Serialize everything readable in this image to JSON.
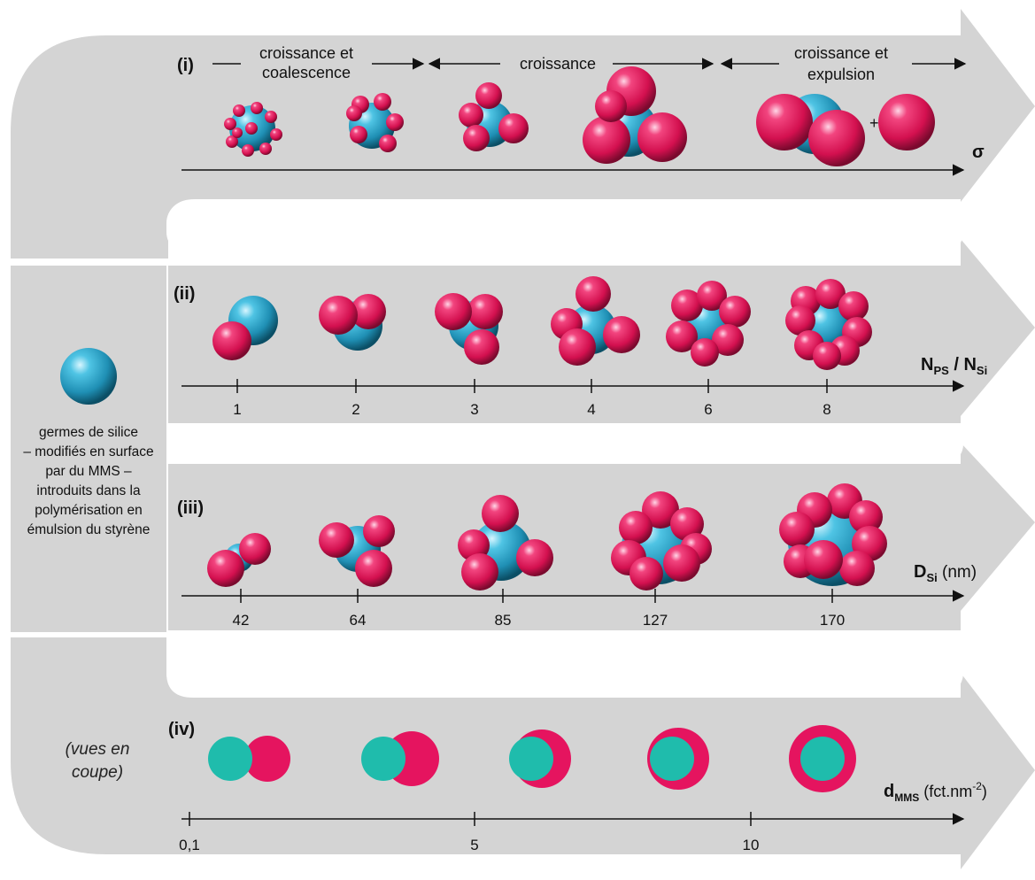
{
  "colors": {
    "arrow_bg": "#d4d4d4",
    "pink": "#e5145f",
    "blue": "#2aa6c9",
    "teal": "#1fbcac"
  },
  "row_i": {
    "label": "(i)",
    "phase1_line1": "croissance et",
    "phase1_line2": "coalescence",
    "phase2": "croissance",
    "phase3_line1": "croissance et",
    "phase3_line2": "expulsion",
    "plus": "+",
    "axis": "σ"
  },
  "row_ii": {
    "label": "(ii)",
    "axis_main": "N",
    "axis_sub1": "PS",
    "axis_sep": " / N",
    "axis_sub2": "Si",
    "ticks": [
      "1",
      "2",
      "3",
      "4",
      "6",
      "8"
    ]
  },
  "row_iii": {
    "label": "(iii)",
    "axis_main": "D",
    "axis_sub": "Si",
    "axis_unit": " (nm)",
    "ticks": [
      "42",
      "64",
      "85",
      "127",
      "170"
    ]
  },
  "row_iv": {
    "label": "(iv)",
    "note_line1": "(vues en",
    "note_line2": "coupe)",
    "axis_main": "d",
    "axis_sub": "MMS",
    "axis_unit": " (fct.nm",
    "axis_exp": "-2",
    "axis_close": ")",
    "ticks": [
      "0,1",
      "5",
      "10"
    ]
  },
  "left_panel": {
    "lines": [
      "germes de silice",
      "– modifiés en surface",
      "par du MMS –",
      "introduits dans la",
      "polymérisation en",
      "émulsion du styrène"
    ]
  }
}
